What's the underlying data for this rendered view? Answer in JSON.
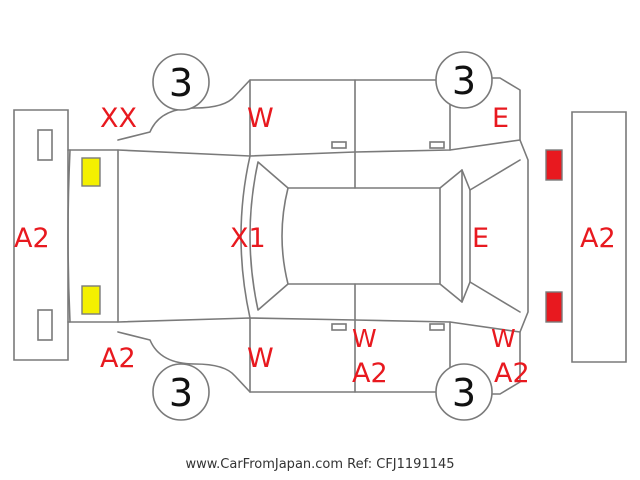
{
  "colors": {
    "damage_code": "#e8191f",
    "line": "#7a7a7a",
    "front_lamp": "#f4f000",
    "rear_lamp": "#e8191f",
    "tire_number": "#111111"
  },
  "tires": {
    "front_left": "3",
    "rear_left": "3",
    "front_right": "3",
    "rear_right": "3"
  },
  "codes": {
    "front_bumper": "A2",
    "front_left_fender": "XX",
    "front_left_door": "W",
    "hood": "X1",
    "front_right_fender": "A2",
    "front_right_door": "W",
    "rear_right_door_w": "W",
    "rear_right_door_a2": "A2",
    "rear_right_quarter_w": "W",
    "rear_right_quarter_a2": "A2",
    "rear_left_quarter": "E",
    "trunk": "E",
    "rear_bumper": "A2"
  },
  "footer": "www.CarFromJapan.com Ref: CFJ1191145"
}
